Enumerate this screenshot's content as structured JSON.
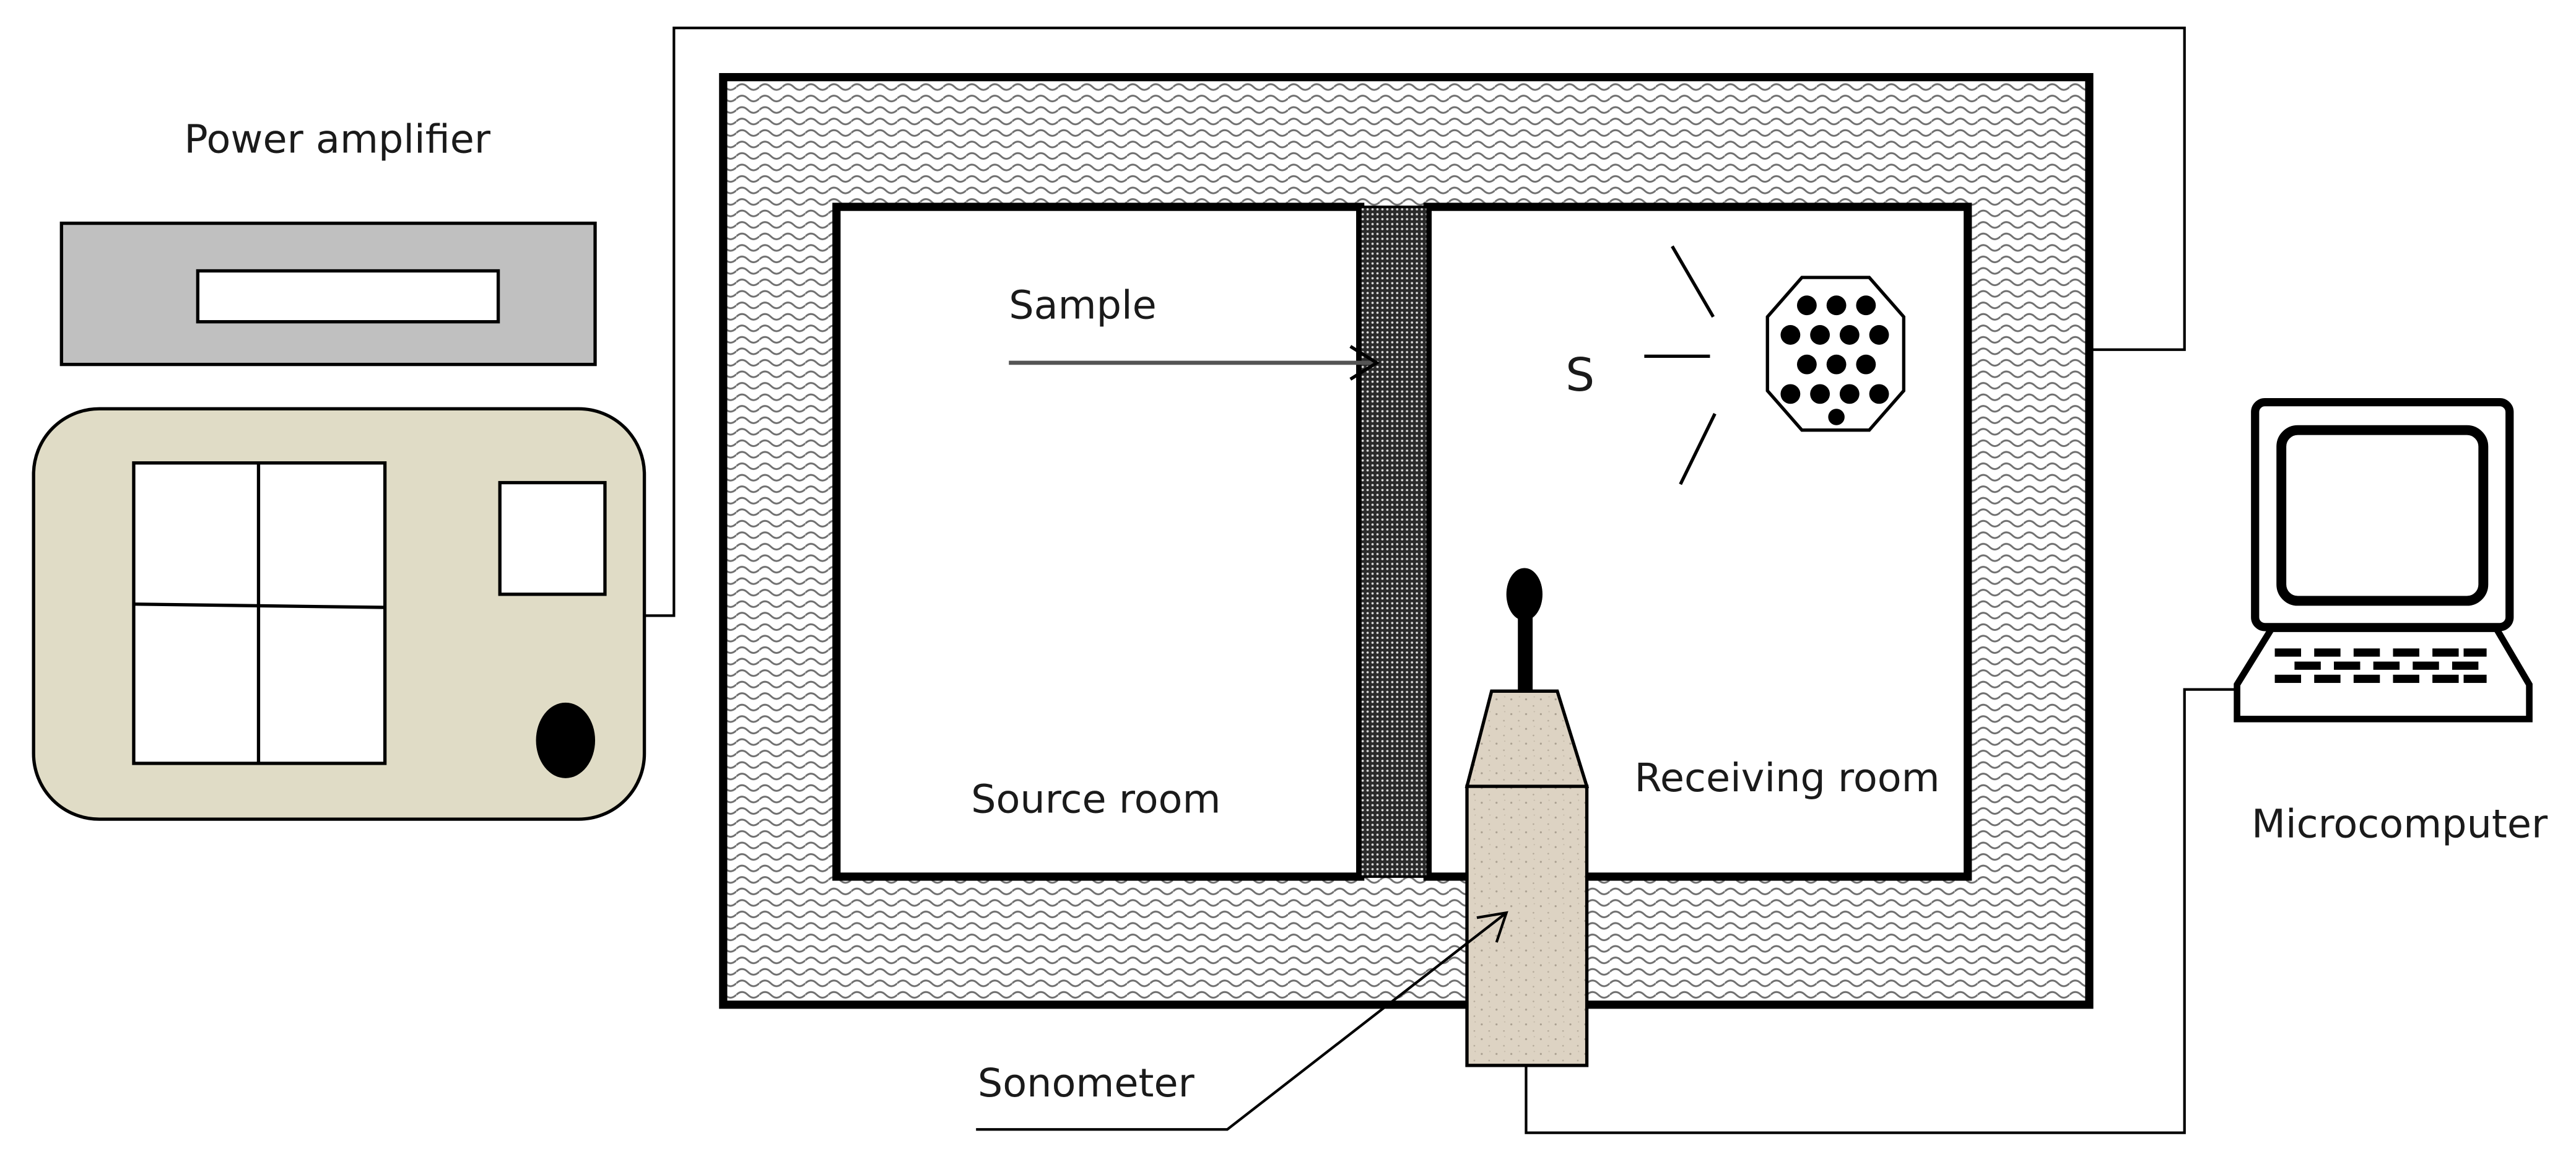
{
  "labels": {
    "power_amplifier": "Power amplifier",
    "sample": "Sample",
    "source_symbol": "S",
    "source_room": "Source room",
    "receiving_room": "Receiving room",
    "sonometer": "Sonometer",
    "microcomputer": "Microcomputer"
  },
  "colors": {
    "wall_hatch": "#8a8a8a",
    "amplifier_top": "#c0c0c0",
    "amplifier_body": "#e0dcc6",
    "sonometer": "#ddd3c3",
    "outline": "#000000"
  },
  "icons": {
    "loudspeaker": "dodecahedron-speaker-icon",
    "microphone": "microphone-icon",
    "computer": "computer-icon"
  }
}
